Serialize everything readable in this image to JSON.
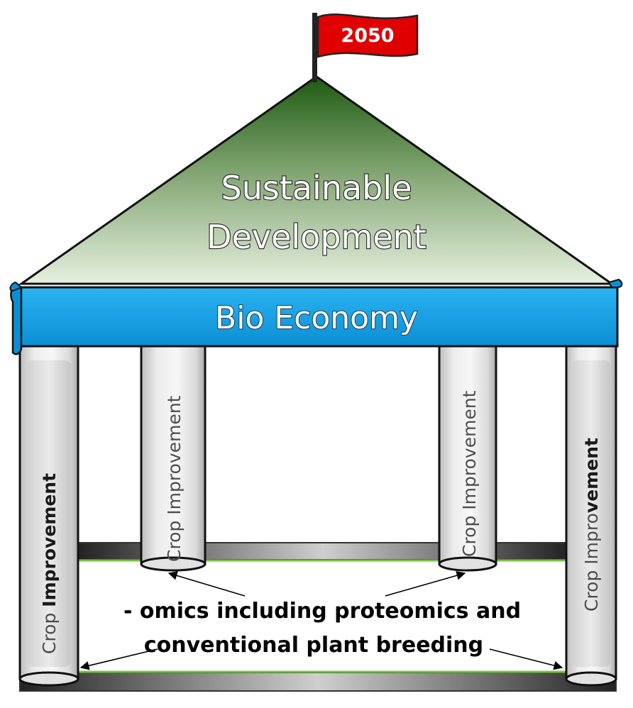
{
  "flag": {
    "label": "2050",
    "color": "#e00000"
  },
  "roof": {
    "line1": "Sustainable",
    "line2": "Development",
    "color_top": "#1e5a12",
    "color_bottom": "#e6f0df"
  },
  "beam": {
    "label": "Bio Economy",
    "color": "#14a0e6"
  },
  "pillars": {
    "front_left": {
      "label_a": "Crop ",
      "label_b": "Improvement"
    },
    "back_left": {
      "label": "Crop  Improvement"
    },
    "back_right": {
      "label": "Crop Improvement"
    },
    "front_right": {
      "label_a": "Crop Impro",
      "label_b": "vement"
    }
  },
  "caption": {
    "line1": "- omics including proteomics and",
    "line2": "conventional plant breeding"
  }
}
